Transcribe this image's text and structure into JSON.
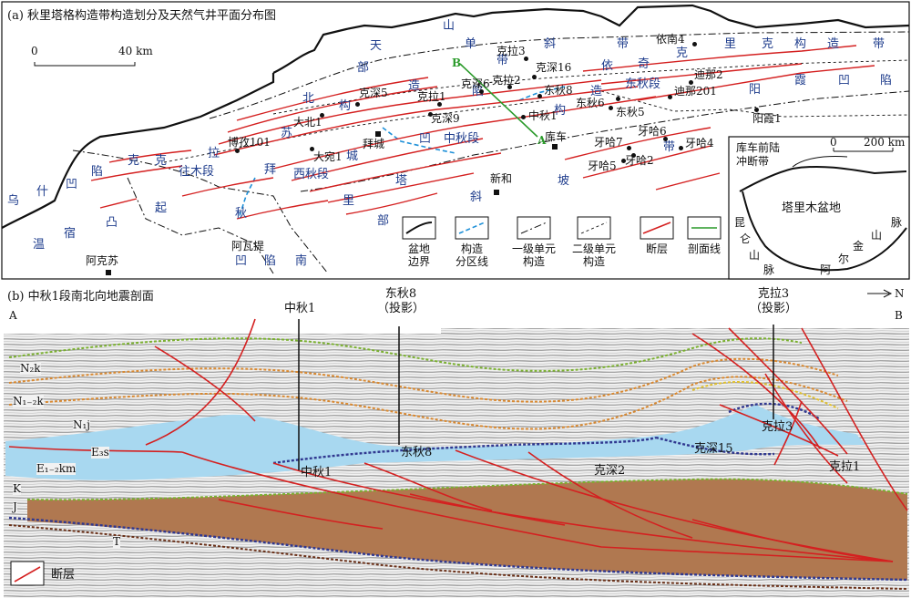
{
  "panel_a": {
    "title": "(a) 秋里塔格构造带构造划分及天然气井平面分布图",
    "scale": {
      "start": "0",
      "end": "40 km"
    },
    "region_labels": [
      "天",
      "山",
      "单",
      "斜",
      "带",
      "依",
      "奇",
      "克",
      "里",
      "克",
      "构",
      "造",
      "带",
      "阳",
      "霞",
      "凹",
      "陷",
      "部",
      "北",
      "构",
      "造",
      "带",
      "克",
      "拉",
      "苏",
      "构",
      "造",
      "带",
      "陷",
      "凹",
      "城",
      "拜",
      "塔",
      "里",
      "部",
      "斜",
      "坡",
      "克",
      "乌",
      "什",
      "凹",
      "陷",
      "宿",
      "凸",
      "起",
      "温",
      "凹",
      "陷",
      "南"
    ],
    "segments": {
      "east": "东秋段",
      "middle": "中秋段",
      "west": "西秋段",
      "wangmu": "往木段",
      "qiu": "秋"
    },
    "wells": [
      "依南4",
      "克拉3",
      "克深16",
      "克拉2",
      "迪那2",
      "克深6",
      "克拉1",
      "东秋8",
      "迪那201",
      "克深5",
      "东秋6",
      "东秋5",
      "大北1",
      "克深9",
      "中秋1",
      "阳霞1",
      "博孜101",
      "大宛1",
      "牙哈6",
      "牙哈7",
      "牙哈4",
      "牙哈5",
      "牙哈2"
    ],
    "cities": {
      "baicheng": "拜城",
      "kuche": "库车",
      "xinhe": "新和",
      "akesu": "阿克苏",
      "awati": "阿瓦提"
    },
    "section_line": {
      "b": "B",
      "a": "A"
    },
    "legend": {
      "basin_boundary": [
        "盆地",
        "边界"
      ],
      "structure_zone": [
        "构造",
        "分区线"
      ],
      "first_order": [
        "一级单元",
        "构造"
      ],
      "second_order": [
        "二级单元",
        "构造"
      ],
      "fault": "断层",
      "profile_line": "剖面线"
    },
    "inset": {
      "title": [
        "库车前陆",
        "冲断带"
      ],
      "scale_start": "0",
      "scale_end": "200 km",
      "basin": "塔里木盆地",
      "kunlun": [
        "昆",
        "仑",
        "山",
        "脉"
      ],
      "altun": [
        "阿",
        "尔",
        "金",
        "山",
        "脉"
      ]
    }
  },
  "panel_b": {
    "title": "(b) 中秋1段南北向地震剖面",
    "left_end": "A",
    "right_end": "B",
    "north": "N",
    "wells": {
      "zhongqiu1": "中秋1",
      "dongqiu8_top": [
        "东秋8",
        "（投影）"
      ],
      "kela3_top": [
        "克拉3",
        "（投影）"
      ]
    },
    "strata": {
      "n2k": "N₂k",
      "n12k": "N₁₋₂k",
      "n1j": "N₁j",
      "e3s": "E₃s",
      "e12km": "E₁₋₂km",
      "k": "K",
      "j": "J",
      "t": "T"
    },
    "structures": {
      "zhongqiu1": "中秋1",
      "dongqiu8": "东秋8",
      "keshen2": "克深2",
      "keshen15": "克深15",
      "kela3": "克拉3",
      "kela1": "克拉1"
    },
    "legend_fault": "断层"
  },
  "colors": {
    "fault": "#d42020",
    "structure_blue": "#1e3c8c",
    "segment_cyan": "#1e90d8",
    "salt": "#a8d8f0",
    "basement": "#b07850",
    "green_horizon": "#7ab030",
    "orange_horizon": "#d88830",
    "blue_horizon": "#303890"
  }
}
